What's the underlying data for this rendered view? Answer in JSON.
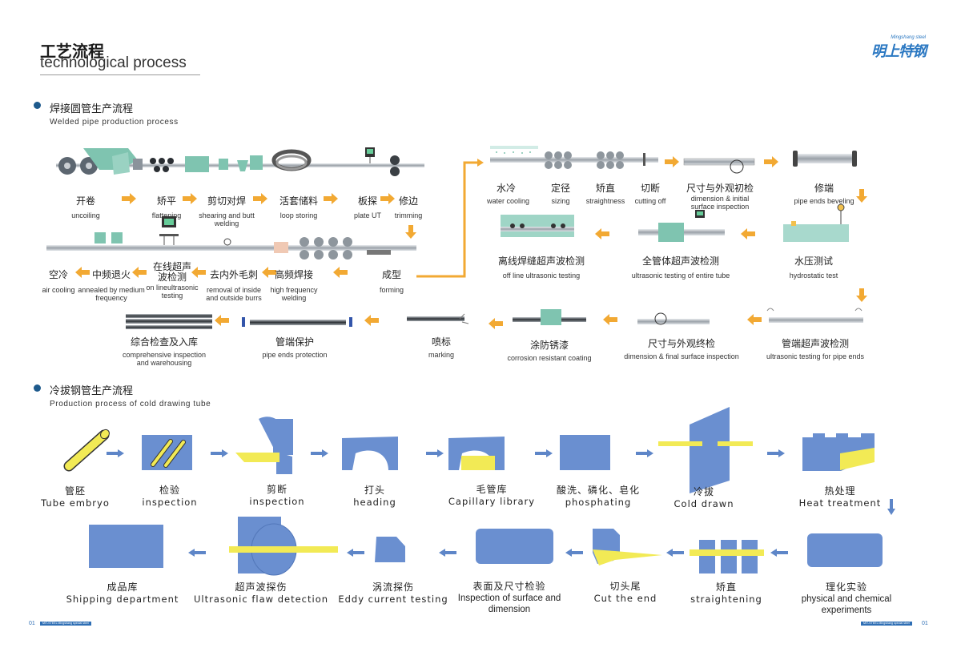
{
  "header": {
    "title_zh": "工艺流程",
    "title_en": "technological process",
    "logo_text": "明上特钢",
    "logo_sub": "Mingshang steel"
  },
  "welded": {
    "title_zh": "焊接圆管生产流程",
    "title_en": "Welded pipe production process",
    "steps": [
      {
        "zh": "开卷",
        "en": "uncoiling"
      },
      {
        "zh": "矫平",
        "en": "flattening"
      },
      {
        "zh": "剪切对焊",
        "en": "shearing and butt welding"
      },
      {
        "zh": "活套储料",
        "en": "loop storing"
      },
      {
        "zh": "板探",
        "en": "plate UT"
      },
      {
        "zh": "修边",
        "en": "trimming"
      },
      {
        "zh": "成型",
        "en": "forming"
      },
      {
        "zh": "高频焊接",
        "en": "high frequency welding"
      },
      {
        "zh": "去内外毛刺",
        "en": "removal of inside and outside burrs"
      },
      {
        "zh": "在线超声波检测",
        "en": "on lineultrasonic testing"
      },
      {
        "zh": "中频退火",
        "en": "annealed by medium frequency"
      },
      {
        "zh": "空冷",
        "en": "air cooling"
      },
      {
        "zh": "水冷",
        "en": "water cooling"
      },
      {
        "zh": "定径",
        "en": "sizing"
      },
      {
        "zh": "矫直",
        "en": "straightness"
      },
      {
        "zh": "切断",
        "en": "cutting off"
      },
      {
        "zh": "尺寸与外观初检",
        "en": "dimension & initial surface inspection"
      },
      {
        "zh": "修端",
        "en": "pipe ends beveling"
      },
      {
        "zh": "水压测试",
        "en": "hydrostatic test"
      },
      {
        "zh": "全管体超声波检测",
        "en": "ultrasonic testing of entire tube"
      },
      {
        "zh": "离线焊缝超声波检测",
        "en": "off line ultrasonic testing"
      },
      {
        "zh": "管端超声波检测",
        "en": "ultrasonic testing for pipe ends"
      },
      {
        "zh": "尺寸与外观终检",
        "en": "dimension & final surface inspection"
      },
      {
        "zh": "涂防锈漆",
        "en": "corrosion resistant coating"
      },
      {
        "zh": "喷标",
        "en": "marking"
      },
      {
        "zh": "管端保护",
        "en": "pipe ends protection"
      },
      {
        "zh": "综合检查及入库",
        "en": "comprehensive inspection and warehousing"
      }
    ]
  },
  "cold": {
    "title_zh": "冷拔钢管生产流程",
    "title_en": "Production process of cold drawing tube",
    "steps": [
      {
        "zh": "管胚",
        "en": "Tube embryo"
      },
      {
        "zh": "检验",
        "en": "inspection"
      },
      {
        "zh": "剪断",
        "en": "inspection"
      },
      {
        "zh": "打头",
        "en": "heading"
      },
      {
        "zh": "毛管库",
        "en": "Capillary library"
      },
      {
        "zh": "酸洗、磷化、皂化",
        "en": "phosphating"
      },
      {
        "zh": "冷拔",
        "en": "Cold drawn"
      },
      {
        "zh": "热处理",
        "en": "Heat treatment"
      },
      {
        "zh": "理化实验",
        "en": "physical and chemical experiments"
      },
      {
        "zh": "矫直",
        "en": "straightening"
      },
      {
        "zh": "切头尾",
        "en": "Cut the end"
      },
      {
        "zh": "表面及尺寸检验",
        "en": "Inspection of surface and dimension"
      },
      {
        "zh": "涡流探伤",
        "en": "Eddy current testing"
      },
      {
        "zh": "超声波探伤",
        "en": "Ultrasonic flaw detection"
      },
      {
        "zh": "成品库",
        "en": "Shipping department"
      }
    ]
  },
  "footer": {
    "left_num": "01",
    "right_num": "01",
    "tag": "MIT-STEEL Mingshang special steel"
  },
  "colors": {
    "accent_orange": "#f2a933",
    "shape_blue": "#6a8fd0",
    "shape_yellow": "#f2ea55",
    "arrow_blue": "#5e86c8",
    "machine_green": "#7fc4b0",
    "steel_gray": "#b9bec4",
    "brand_blue": "#2b78c2"
  }
}
